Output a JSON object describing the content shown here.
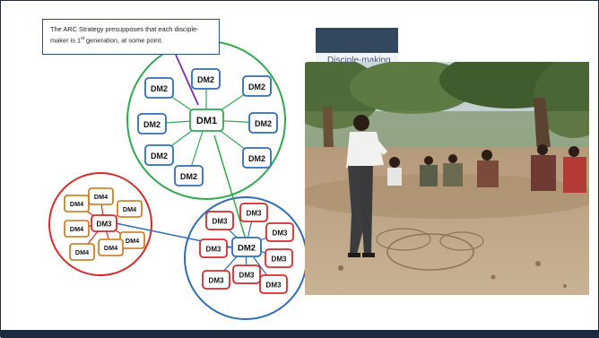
{
  "callout": {
    "line1": "The ARC Strategy presupposes that each disciple-",
    "line2_pre": "maker is 1",
    "line2_sup": "st",
    "line2_post": " generation, at some point."
  },
  "card": {
    "label": "Disciple-making"
  },
  "nodes": {
    "dm1": "DM1",
    "dm2": "DM2",
    "dm3": "DM3",
    "dm4": "DM4"
  },
  "colors": {
    "green": "#2eaa4e",
    "blue": "#2e6db4",
    "red": "#d62a2a",
    "orange": "#c7720f",
    "purple": "#7a2bb3",
    "navy": "#1c2b40"
  },
  "photo": {
    "subject": "outdoor-teaching-gathering-under-acacia-trees"
  }
}
